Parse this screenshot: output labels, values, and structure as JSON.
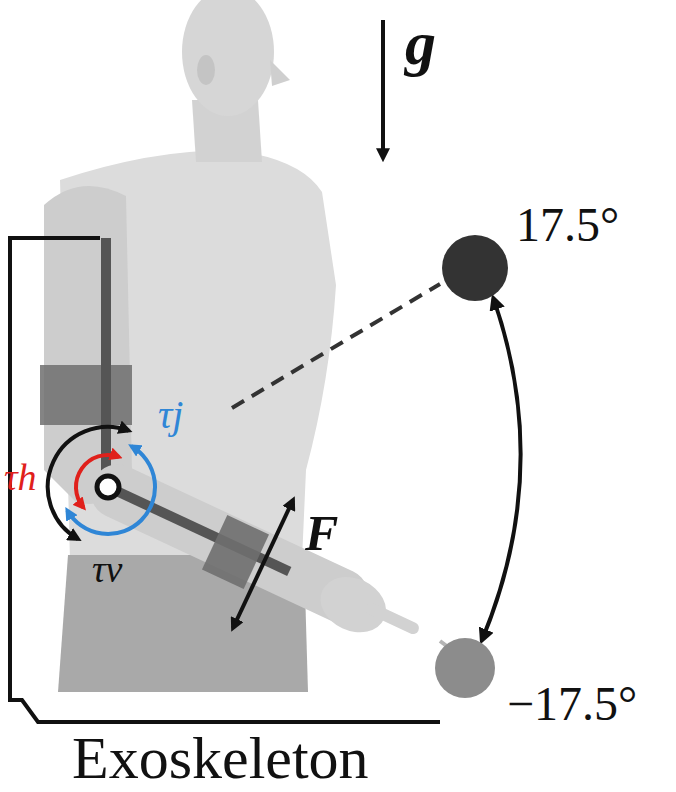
{
  "diagram": {
    "nodes": [
      {
        "text": [
          "17.5°"
        ]
      },
      {
        "text": [
          "−17.5°"
        ]
      }
    ],
    "edges": [
      {
        "from": 0,
        "to": 1,
        "arrow": "both"
      }
    ],
    "labels": [
      "g",
      "τh",
      "τj",
      "τv",
      "F",
      "Exoskeleton"
    ]
  }
}
